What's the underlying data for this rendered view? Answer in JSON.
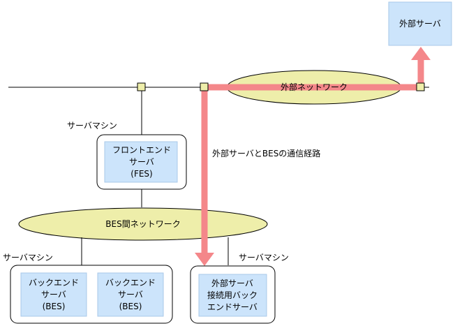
{
  "colors": {
    "line": "#000000",
    "box_fill": "#cce4fb",
    "box_stroke": "#a9c8e8",
    "ellipse_fill": "#eeeeaa",
    "route": "#f4878a",
    "node_fill": "#eeeeaa"
  },
  "external_server": {
    "label": "外部サーバ"
  },
  "external_network": {
    "label": "外部ネットワーク"
  },
  "route_label": "外部サーバとBESの通信経路",
  "bes_network": {
    "label": "BES間ネットワーク"
  },
  "fes_machine": {
    "caption": "サーバマシン",
    "lines": [
      "フロントエンド",
      "サーバ",
      "(FES)"
    ]
  },
  "bes_machine": {
    "caption": "サーバマシン",
    "servers": [
      {
        "lines": [
          "バックエンド",
          "サーバ",
          "(BES)"
        ]
      },
      {
        "lines": [
          "バックエンド",
          "サーバ",
          "(BES)"
        ]
      }
    ]
  },
  "ext_bes_machine": {
    "caption": "サーバマシン",
    "lines": [
      "外部サーバ",
      "接続用バック",
      "エンドサーバ"
    ]
  }
}
